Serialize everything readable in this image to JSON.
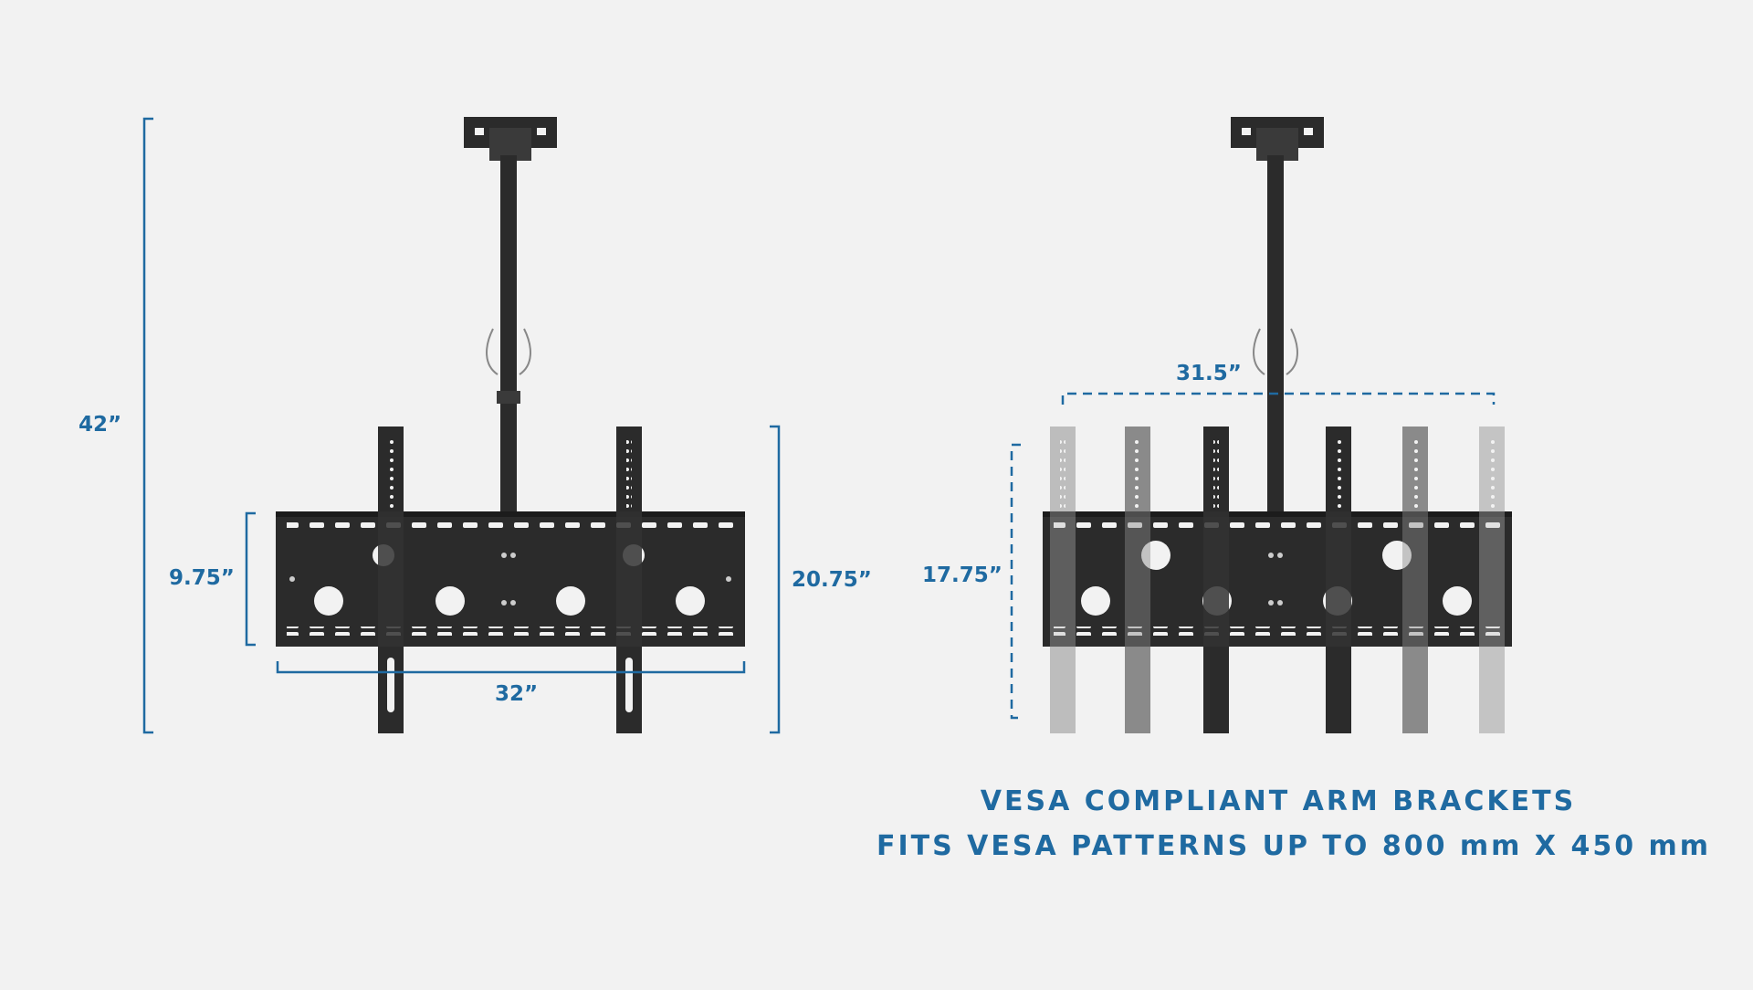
{
  "dimensions": {
    "total_height": "42”",
    "plate_height": "9.75”",
    "arm_length": "20.75”",
    "plate_width": "32”",
    "max_vesa_width": "31.5”",
    "max_vesa_height": "17.75”"
  },
  "caption": {
    "line1": "VESA COMPLIANT ARM BRACKETS",
    "line2": "FITS VESA PATTERNS UP TO 800 mm X 450 mm"
  },
  "colors": {
    "background": "#f2f2f2",
    "accent": "#1f6aa1",
    "mount": "#2b2b2b"
  }
}
